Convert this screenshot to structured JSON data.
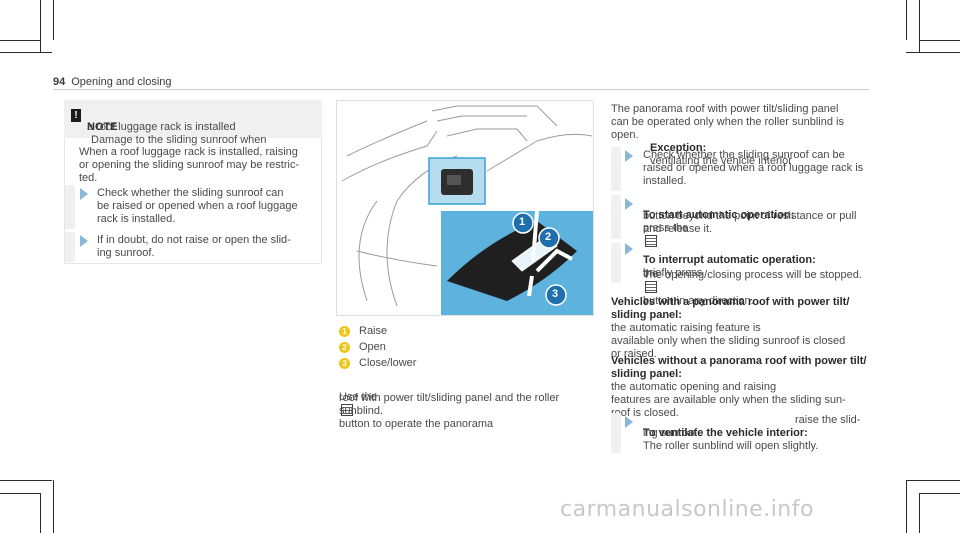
{
  "header": {
    "page_number": "94",
    "section": "Opening and closing"
  },
  "note": {
    "title": "NOTE",
    "title_text": "Damage to the sliding sunroof when",
    "title_text2": "a roof luggage rack is installed",
    "body": "When a roof luggage rack is installed, raising\nor opening the sliding sunroof may be restric-\nted.",
    "step1": "Check whether the sliding sunroof can\nbe raised or opened when a roof luggage\nrack is installed.",
    "step2": "If in doubt, do not raise or open the slid-\ning sunroof."
  },
  "legend": [
    {
      "num": "1",
      "label": "Raise"
    },
    {
      "num": "2",
      "label": "Open"
    },
    {
      "num": "3",
      "label": "Close/lower"
    }
  ],
  "middle_text": {
    "use_pre": "Use the",
    "use_post": "button to operate the panorama",
    "line2": "roof with power tilt/sliding panel and the roller\nsunblind."
  },
  "right": {
    "intro": "The panorama roof with power tilt/sliding panel\ncan be operated only when the roller sunblind is\nopen.",
    "exception_label": "Exception:",
    "exception_text": "ventilating the vehicle interior",
    "step1": "Check whether the sliding sunroof can be\nraised or opened when a roof luggage rack is\ninstalled.",
    "step2_label": "To start automatic operation:",
    "step2_text_a": "press the",
    "step2_text_b": "button beyond the point of resistance or pull\nand release it.",
    "step3_label": "To interrupt automatic operation:",
    "step3_text_a": "briefly press",
    "step3_text_b": "the",
    "step3_text_c": "button in any direction.",
    "step3_text_d": "The opening/closing process will be stopped.",
    "vehicles_with_label": "Vehicles with a panorama roof with power tilt/\nsliding panel:",
    "vehicles_with_text": "the automatic raising feature is\navailable only when the sliding sunroof is closed\nor raised.",
    "vehicles_without_label": "Vehicles without a panorama roof with power tilt/\nsliding panel:",
    "vehicles_without_text": "the automatic opening and raising\nfeatures are available only when the sliding sun-\nroof is closed.",
    "step4_label": "To ventilate the vehicle interior:",
    "step4_text": "raise the slid-\ning sunroof.\nThe roller sunblind will open slightly."
  },
  "watermark": "carmanualsonline.info",
  "colors": {
    "accent_blue": "#8ab7d6",
    "figure_blue": "#5eb3de",
    "legend_yellow": "#f0c419"
  }
}
